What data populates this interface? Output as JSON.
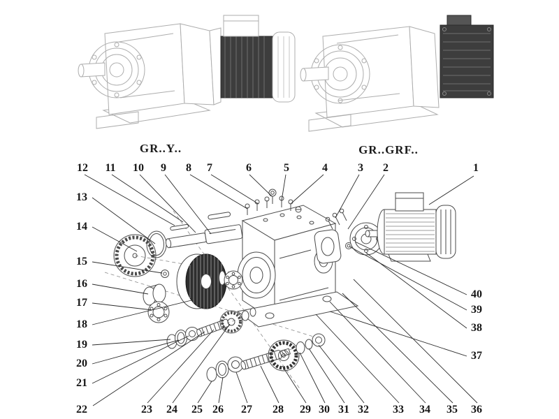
{
  "labels": {
    "left": "GR..Y..",
    "right": "GR..GRF.."
  },
  "callouts": {
    "top": [
      "12",
      "11",
      "10",
      "9",
      "8",
      "7",
      "6",
      "5",
      "4",
      "3",
      "2",
      "1"
    ],
    "left": [
      "13",
      "14",
      "15",
      "16",
      "17",
      "18",
      "19",
      "20",
      "21",
      "22"
    ],
    "bottom": [
      "23",
      "24",
      "25",
      "26",
      "27",
      "28",
      "29",
      "30",
      "31",
      "32",
      "33",
      "34",
      "35",
      "36"
    ],
    "right": [
      "40",
      "39",
      "38",
      "37"
    ]
  },
  "colors": {
    "line_light": "#adadad",
    "line_dark": "#4a4a4a",
    "fill_dark": "#2e2e2e"
  }
}
